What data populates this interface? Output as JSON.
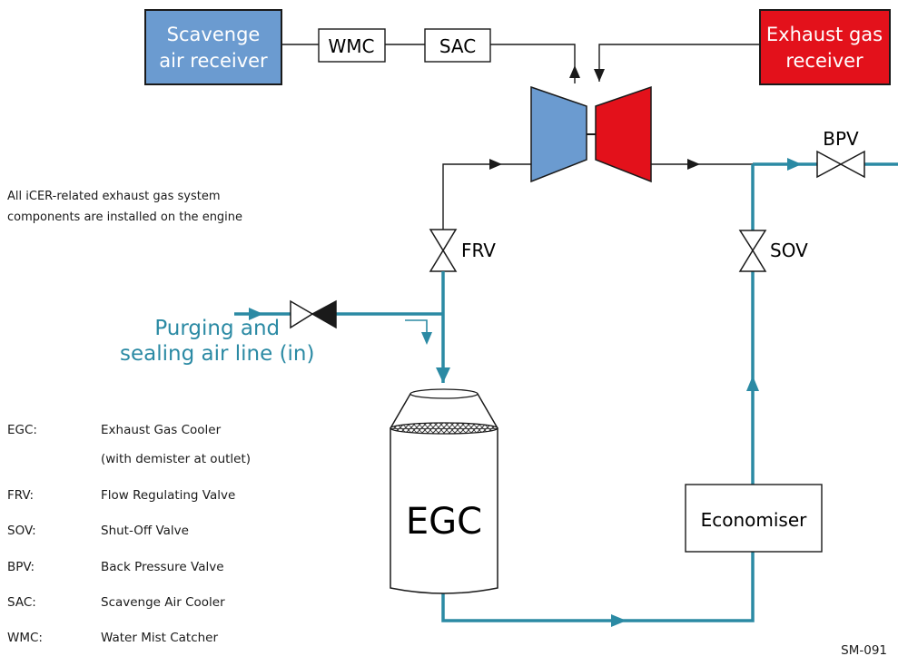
{
  "blocks": {
    "scavenge_air_receiver": {
      "line1": "Scavenge",
      "line2": "air receiver",
      "color": "#6b9bd0"
    },
    "exhaust_gas_receiver": {
      "line1": "Exhaust gas",
      "line2": "receiver",
      "color": "#e3111b"
    },
    "wmc": "WMC",
    "sac": "SAC",
    "egc": "EGC",
    "economiser": "Economiser"
  },
  "valves": {
    "frv": "FRV",
    "sov": "SOV",
    "bpv": "BPV"
  },
  "note": {
    "line1": "All iCER-related exhaust gas system",
    "line2": "components are installed on the engine"
  },
  "purging_line": {
    "line1": "Purging and",
    "line2": "sealing air line (in)"
  },
  "legend": [
    {
      "abbr": "EGC:",
      "desc": "Exhaust Gas Cooler",
      "desc2": "(with demister at outlet)"
    },
    {
      "abbr": "FRV:",
      "desc": "Flow Regulating Valve"
    },
    {
      "abbr": "SOV:",
      "desc": "Shut-Off Valve"
    },
    {
      "abbr": "BPV:",
      "desc": "Back Pressure Valve"
    },
    {
      "abbr": "SAC:",
      "desc": "Scavenge Air Cooler"
    },
    {
      "abbr": "WMC:",
      "desc": "Water Mist Catcher"
    }
  ],
  "drawing_code": "SM-091",
  "colors": {
    "teal_line": "#2b8aa4",
    "compressor_blue": "#6b9bd0",
    "turbine_red": "#e3111b",
    "black_line": "#1a1a1a"
  }
}
